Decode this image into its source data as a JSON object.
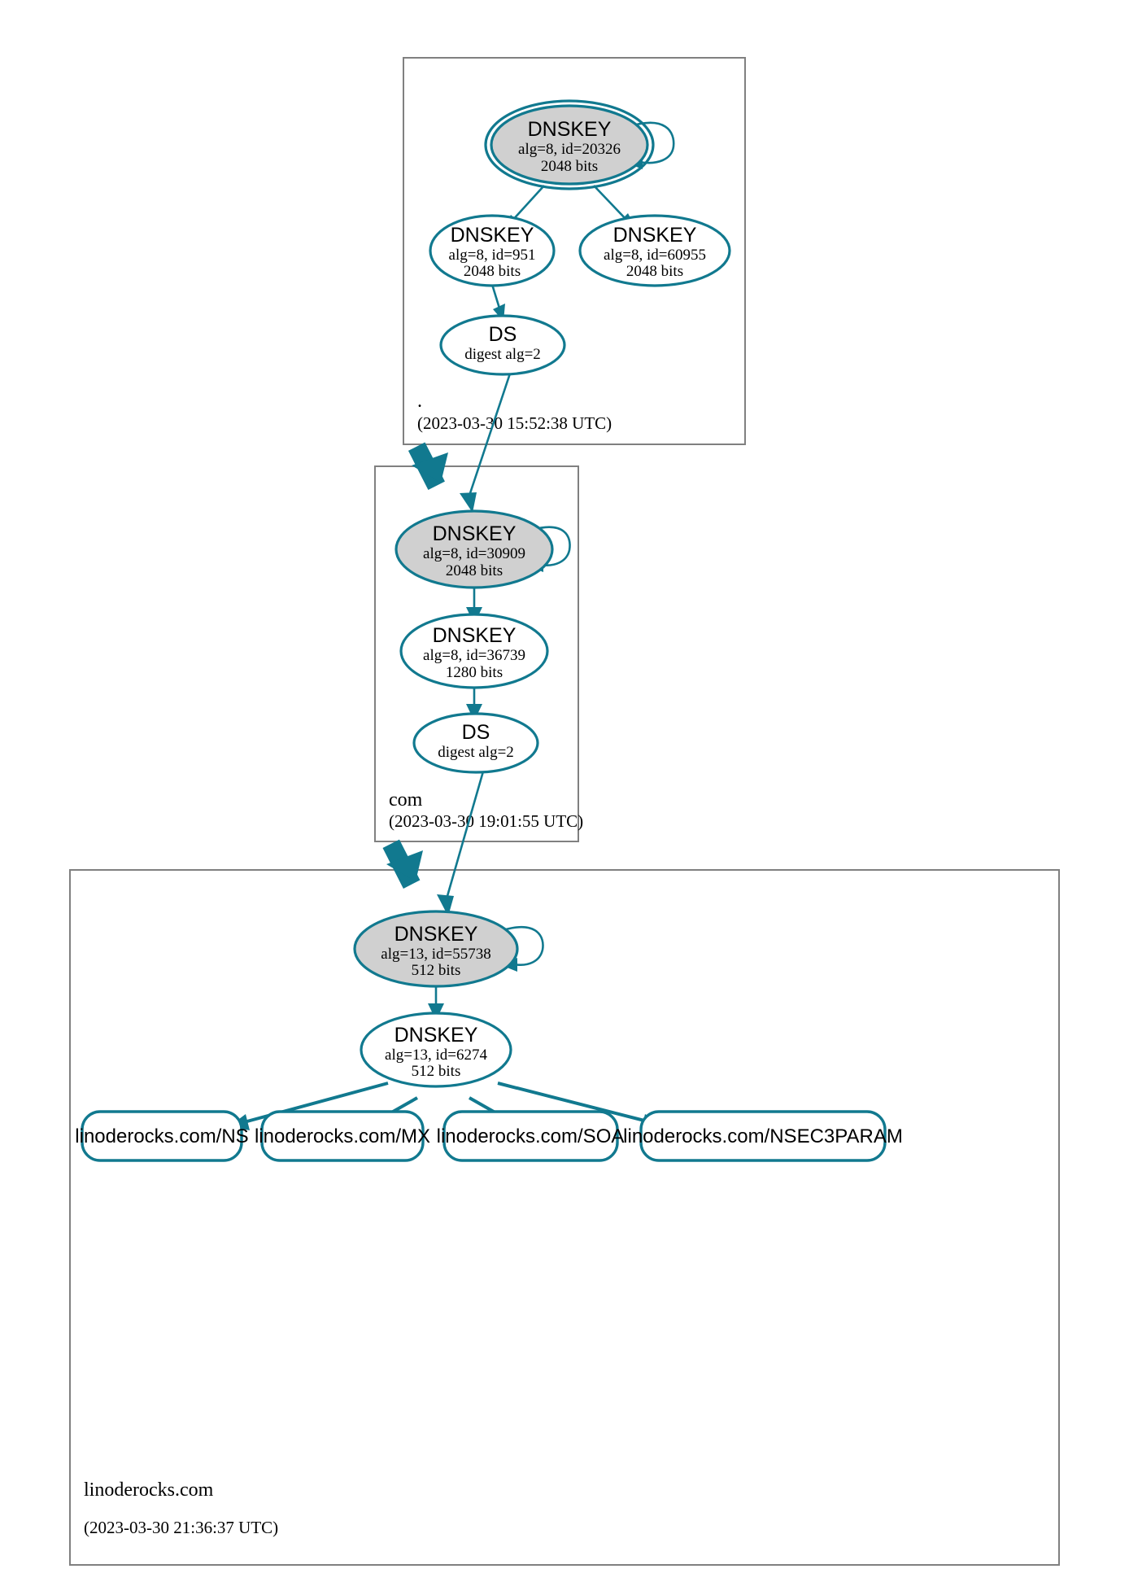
{
  "diagram": {
    "type": "dnssec-authentication-chain",
    "title": "linoderocks.com DNSSEC authentication chain",
    "colors": {
      "edge": "#11798f",
      "node_stroke": "#11798f",
      "secure_key_fill": "#d0d0d0",
      "node_fill": "#ffffff",
      "zone_border": "#808080",
      "background": "#ffffff",
      "text": "#000000"
    }
  },
  "zones": [
    {
      "id": "root",
      "name": ".",
      "timestamp": "(2023-03-30 15:52:38 UTC)",
      "nodes": [
        {
          "id": "root-ksk-20326",
          "kind": "DNSKEY",
          "title": "DNSKEY",
          "params": "alg=8, id=20326",
          "bits": "2048 bits",
          "trust_anchor": true,
          "filled": true,
          "self_signed": true
        },
        {
          "id": "root-zsk-951",
          "kind": "DNSKEY",
          "title": "DNSKEY",
          "params": "alg=8, id=951",
          "bits": "2048 bits",
          "trust_anchor": false,
          "filled": false,
          "self_signed": false
        },
        {
          "id": "root-zsk-60955",
          "kind": "DNSKEY",
          "title": "DNSKEY",
          "params": "alg=8, id=60955",
          "bits": "2048 bits",
          "trust_anchor": false,
          "filled": false,
          "self_signed": false
        },
        {
          "id": "root-ds-com",
          "kind": "DS",
          "title": "DS",
          "params": "digest alg=2",
          "bits": "",
          "trust_anchor": false,
          "filled": false,
          "self_signed": false
        }
      ]
    },
    {
      "id": "com",
      "name": "com",
      "timestamp": "(2023-03-30 19:01:55 UTC)",
      "nodes": [
        {
          "id": "com-ksk-30909",
          "kind": "DNSKEY",
          "title": "DNSKEY",
          "params": "alg=8, id=30909",
          "bits": "2048 bits",
          "trust_anchor": false,
          "filled": true,
          "self_signed": true
        },
        {
          "id": "com-zsk-36739",
          "kind": "DNSKEY",
          "title": "DNSKEY",
          "params": "alg=8, id=36739",
          "bits": "1280 bits",
          "trust_anchor": false,
          "filled": false,
          "self_signed": false
        },
        {
          "id": "com-ds-linoderocks",
          "kind": "DS",
          "title": "DS",
          "params": "digest alg=2",
          "bits": "",
          "trust_anchor": false,
          "filled": false,
          "self_signed": false
        }
      ]
    },
    {
      "id": "linoderocks",
      "name": "linoderocks.com",
      "timestamp": "(2023-03-30 21:36:37 UTC)",
      "nodes": [
        {
          "id": "lr-ksk-55738",
          "kind": "DNSKEY",
          "title": "DNSKEY",
          "params": "alg=13, id=55738",
          "bits": "512 bits",
          "trust_anchor": false,
          "filled": true,
          "self_signed": true
        },
        {
          "id": "lr-zsk-6274",
          "kind": "DNSKEY",
          "title": "DNSKEY",
          "params": "alg=13, id=6274",
          "bits": "512 bits",
          "trust_anchor": false,
          "filled": false,
          "self_signed": false
        }
      ],
      "rrsets": [
        {
          "id": "rrset-ns",
          "label": "linoderocks.com/NS"
        },
        {
          "id": "rrset-mx",
          "label": "linoderocks.com/MX"
        },
        {
          "id": "rrset-soa",
          "label": "linoderocks.com/SOA"
        },
        {
          "id": "rrset-nsec3param",
          "label": "linoderocks.com/NSEC3PARAM"
        }
      ]
    }
  ],
  "edges": [
    {
      "from": "root-ksk-20326",
      "to": "root-ksk-20326",
      "style": "self-loop"
    },
    {
      "from": "root-ksk-20326",
      "to": "root-zsk-951",
      "style": "signs"
    },
    {
      "from": "root-ksk-20326",
      "to": "root-zsk-60955",
      "style": "signs"
    },
    {
      "from": "root-zsk-951",
      "to": "root-ds-com",
      "style": "signs"
    },
    {
      "from": "root-ds-com",
      "to": "com-ksk-30909",
      "style": "delegates"
    },
    {
      "from": "com-ksk-30909",
      "to": "com-ksk-30909",
      "style": "self-loop"
    },
    {
      "from": "com-ksk-30909",
      "to": "com-zsk-36739",
      "style": "signs"
    },
    {
      "from": "com-zsk-36739",
      "to": "com-ds-linoderocks",
      "style": "signs"
    },
    {
      "from": "com-ds-linoderocks",
      "to": "lr-ksk-55738",
      "style": "delegates"
    },
    {
      "from": "lr-ksk-55738",
      "to": "lr-ksk-55738",
      "style": "self-loop"
    },
    {
      "from": "lr-ksk-55738",
      "to": "lr-zsk-6274",
      "style": "signs"
    },
    {
      "from": "lr-zsk-6274",
      "to": "rrset-ns",
      "style": "signs"
    },
    {
      "from": "lr-zsk-6274",
      "to": "rrset-mx",
      "style": "signs"
    },
    {
      "from": "lr-zsk-6274",
      "to": "rrset-soa",
      "style": "signs"
    },
    {
      "from": "lr-zsk-6274",
      "to": "rrset-nsec3param",
      "style": "signs"
    }
  ],
  "zone_links": [
    {
      "from": "root",
      "to": "com"
    },
    {
      "from": "com",
      "to": "linoderocks"
    }
  ]
}
